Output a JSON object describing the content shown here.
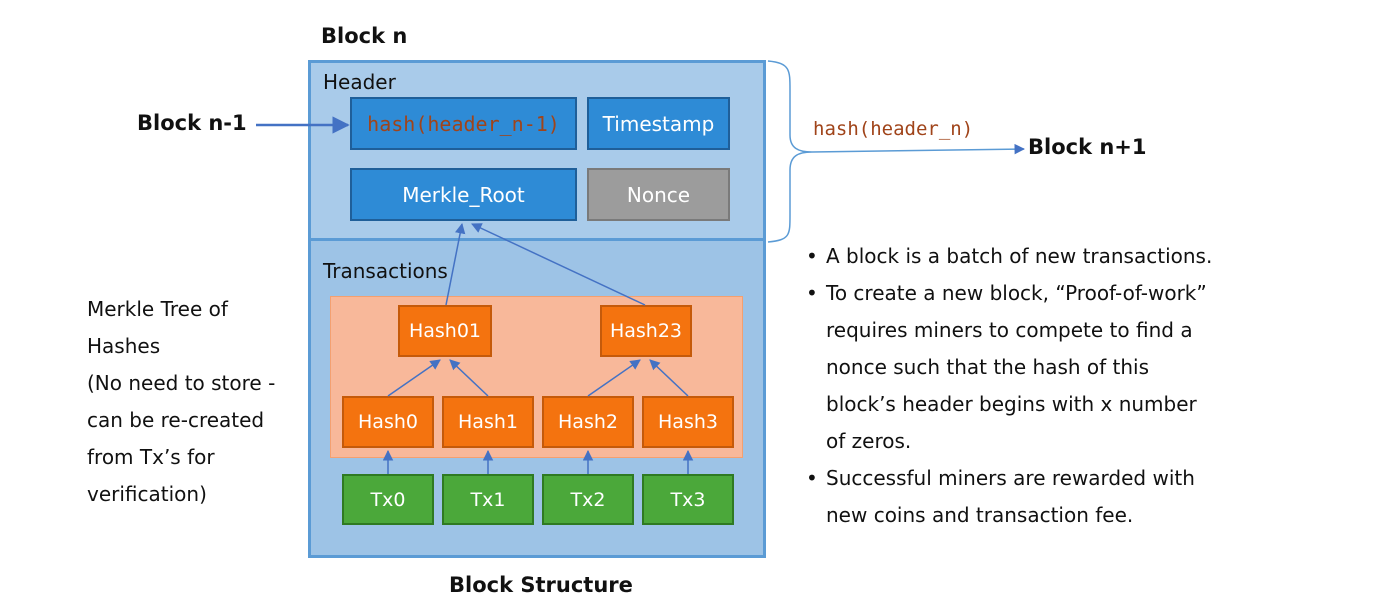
{
  "title": "Block n",
  "caption": "Block Structure",
  "prev_block_label": "Block n-1",
  "next_block_label": "Block n+1",
  "next_hash_label": "hash(header_n)",
  "header": {
    "title": "Header",
    "prev_hash": "hash(header_n-1)",
    "timestamp": "Timestamp",
    "merkle_root": "Merkle_Root",
    "nonce": "Nonce"
  },
  "transactions": {
    "title": "Transactions",
    "level1": [
      "Hash01",
      "Hash23"
    ],
    "level2": [
      "Hash0",
      "Hash1",
      "Hash2",
      "Hash3"
    ],
    "txs": [
      "Tx0",
      "Tx1",
      "Tx2",
      "Tx3"
    ]
  },
  "merkle_note": [
    "Merkle Tree of",
    "Hashes",
    "(No need to store -",
    "can be re-created",
    "from Tx’s for",
    "verification)"
  ],
  "bullets": [
    [
      "A block is a batch of new transactions."
    ],
    [
      "To create a new block, “Proof-of-work”",
      "requires miners to compete to find a",
      "nonce such that the hash of this",
      "block’s header begins with x number",
      "of zeros."
    ],
    [
      "Successful miners are rewarded with",
      "new coins and transaction fee."
    ]
  ],
  "colors": {
    "block_border": "#5B9BD5",
    "header_box": "#2E8BD6",
    "nonce_box": "#9C9C9C",
    "hash_box": "#F4730F",
    "tx_box": "#4BA83A",
    "code_text": "#A0441A"
  }
}
